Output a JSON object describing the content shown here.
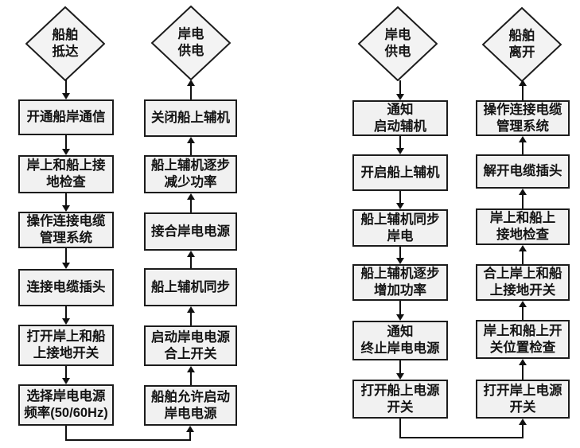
{
  "colors": {
    "background": "#ffffff",
    "node_fill": "#f1f1f1",
    "node_border": "#1c1c1c",
    "line": "#111111",
    "text": "#141414"
  },
  "left_chart": {
    "start_terminal": "船舶\n抵达",
    "end_terminal": "岸电\n供电",
    "down_steps": [
      "开通船岸通信",
      "岸上和船上接\n地检查",
      "操作连接电缆\n管理系统",
      "连接电缆插头",
      "打开岸上和船\n上接地开关",
      "选择岸电电源\n频率(50/60Hz)"
    ],
    "up_steps": [
      "关闭船上辅机",
      "船上辅机逐步\n减少功率",
      "接合岸电电源",
      "船上辅机同步",
      "启动岸电电源\n合上开关",
      "船舶允许启动\n岸电电源"
    ]
  },
  "right_chart": {
    "start_terminal": "岸电\n供电",
    "end_terminal": "船舶\n离开",
    "down_steps": [
      "通知\n启动辅机",
      "开启船上辅机",
      "船上辅机同步\n岸电",
      "船上辅机逐步\n增加功率",
      "通知\n终止岸电电源",
      "打开船上电源\n开关"
    ],
    "up_steps": [
      "操作连接电缆\n管理系统",
      "解开电缆插头",
      "岸上和船上\n接地检查",
      "合上岸上和船\n上接地开关",
      "岸上和船上开\n关位置检查",
      "打开岸上电源\n开关"
    ]
  }
}
